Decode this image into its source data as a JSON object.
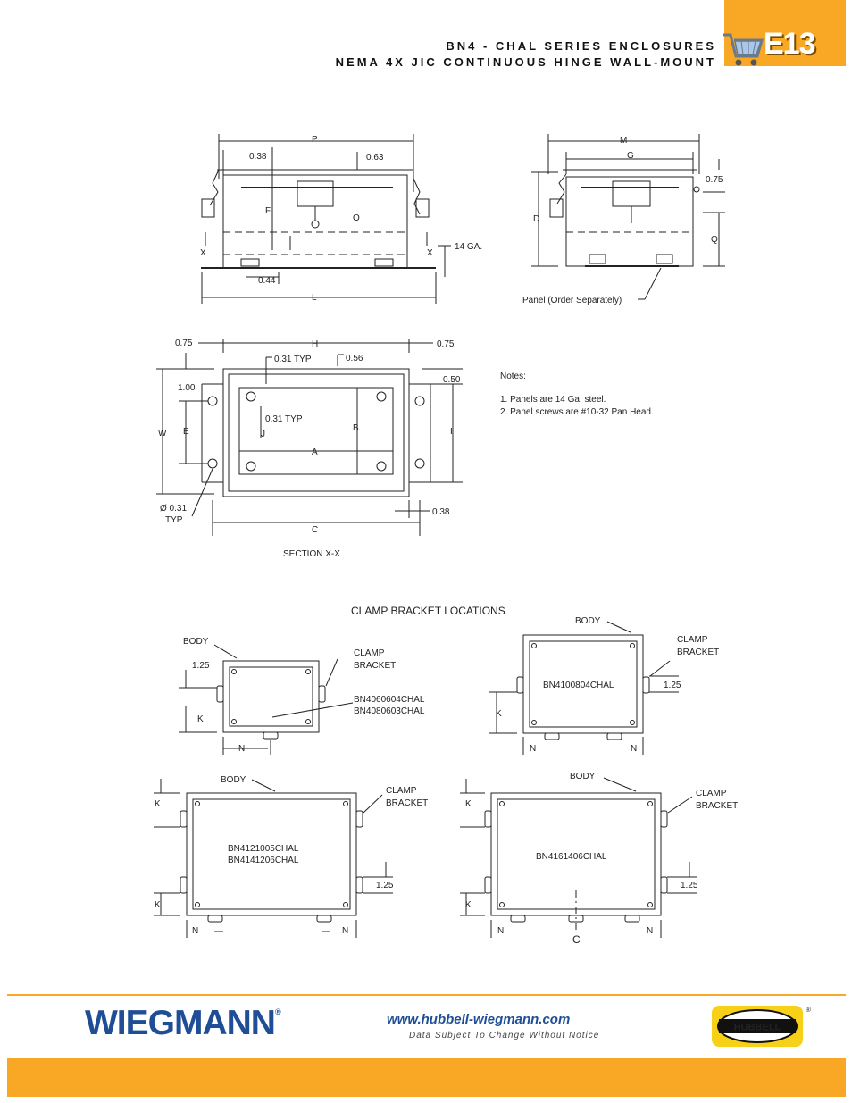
{
  "header": {
    "title_line1": "BN4 - CHAL SERIES ENCLOSURES",
    "title_line2": "NEMA 4X JIC CONTINUOUS HINGE WALL-MOUNT",
    "section_code": "E13",
    "cart_icon": "shopping-cart-icon",
    "accent_color": "#f9a825"
  },
  "drawing_top_left": {
    "dims": {
      "P": "P",
      "d038": "0.38",
      "d063": "0.63",
      "F": "F",
      "O": "O",
      "X": "X",
      "ga": "14 GA.",
      "d044": "0.44",
      "L": "L"
    }
  },
  "drawing_top_right": {
    "dims": {
      "M": "M",
      "G": "G",
      "d075": "0.75",
      "D": "D",
      "Q": "Q"
    },
    "panel_label": "Panel (Order Separately)"
  },
  "section_view": {
    "dims": {
      "d075a": "0.75",
      "H": "H",
      "d075b": "0.75",
      "typ031": "0.31 TYP",
      "d056": "0.56",
      "d050": "0.50",
      "d100": "1.00",
      "typ031b": "0.31 TYP",
      "J": "J",
      "B": "B",
      "W": "W",
      "E": "E",
      "A": "A",
      "I": "I",
      "dia": "Ø 0.31",
      "typ": "TYP",
      "d038": "0.38",
      "C": "C"
    },
    "caption": "SECTION X-X"
  },
  "notes": {
    "heading": "Notes:",
    "items": [
      "1.  Panels are 14 Ga. steel.",
      "2.  Panel screws are #10-32 Pan Head."
    ]
  },
  "clamp_section": {
    "title": "CLAMP BRACKET LOCATIONS",
    "body": "BODY",
    "clamp1": "CLAMP",
    "clamp2": "BRACKET",
    "d125": "1.25",
    "K": "K",
    "N": "N",
    "C": "C",
    "model_a1": "BN4060604CHAL",
    "model_a2": "BN4080603CHAL",
    "model_b": "BN4100804CHAL",
    "model_c1": "BN4121005CHAL",
    "model_c2": "BN4141206CHAL",
    "model_d": "BN4161406CHAL"
  },
  "footer": {
    "brand": "WIEGMANN",
    "brand_reg": "®",
    "url": "www.hubbell-wiegmann.com",
    "disclaimer": "Data Subject To Change Without Notice",
    "hubbell": "HUBBELL",
    "hubbell_reg": "®",
    "brand_color": "#1f4e96"
  }
}
